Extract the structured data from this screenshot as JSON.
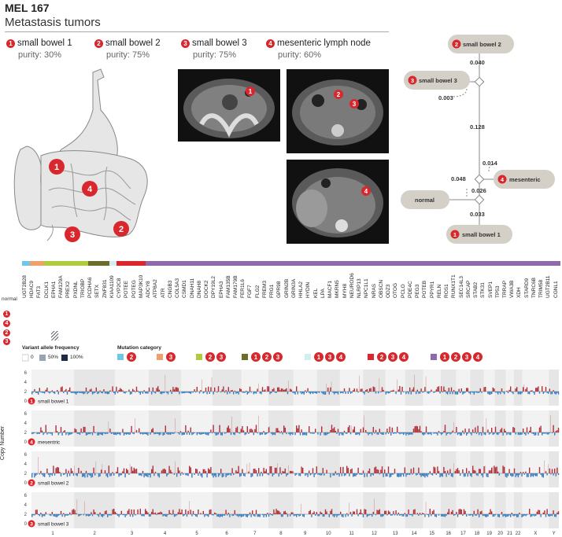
{
  "header": {
    "title": "MEL 167",
    "subtitle": "Metastasis tumors"
  },
  "samples": [
    {
      "num": "1",
      "name": "small bowel 1",
      "purity": "purity: 30%"
    },
    {
      "num": "2",
      "name": "small bowel 2",
      "purity": "purity: 75%"
    },
    {
      "num": "3",
      "name": "small bowel 3",
      "purity": "purity: 75%"
    },
    {
      "num": "4",
      "name": "mesenteric lymph node",
      "purity": "purity: 60%"
    }
  ],
  "tree": {
    "nodes": [
      {
        "num": "2",
        "label": "small bowel 2"
      },
      {
        "num": "3",
        "label": "small bowel 3"
      },
      {
        "num": "4",
        "label": "mesenteric"
      },
      {
        "num": "",
        "label": "normal"
      },
      {
        "num": "1",
        "label": "small bowel 1"
      }
    ],
    "branch_lengths": [
      "0.040",
      "0.003",
      "0.128",
      "0.014",
      "0.048",
      "0.026",
      "0.033"
    ]
  },
  "mutations": {
    "genes": [
      "UGT2B28",
      "HDAC9",
      "FAT3",
      "DCLK1",
      "EPHA1",
      "FAM129A",
      "PREX2",
      "PXDNL",
      "TRIOBP",
      "PCDHA6",
      "SETX",
      "ZNF831",
      "KIAA1109",
      "CYP2C8",
      "POTEE",
      "POTEG",
      "MAP3K10",
      "ADCY8",
      "ATP8A2",
      "ATR",
      "CNGB3",
      "COL5A3",
      "CSMD1",
      "DNAH11",
      "DNAH8",
      "DOCK2",
      "DPY19L2",
      "EPHA3",
      "FAM135B",
      "FAM179B",
      "FER1L6",
      "FGF7",
      "FLG2",
      "FREM3",
      "FRG1",
      "GPR98",
      "GRIN2B",
      "GRIN3A",
      "HHLA2",
      "HYDIN",
      "KEL",
      "LPA",
      "MACF1",
      "MKRN5",
      "MYH8",
      "NEUROD6",
      "NLRP13",
      "NPC1L1",
      "NRAS",
      "OBSCN",
      "ODZ3",
      "OTOG",
      "PCLO",
      "PDE4C",
      "PEG3",
      "POTEB",
      "PPYR1",
      "RELN",
      "ROS1",
      "RUNX1T1",
      "SEC14L3",
      "SRCAP",
      "STAB2",
      "STK31",
      "SVEP1",
      "TP53",
      "TRRAP",
      "VWA3B",
      "XDH",
      "STARD9",
      "TNRC6B",
      "TRIM58",
      "UGT2B11",
      "CGNL1"
    ],
    "category_colors": [
      "#6ec6e8",
      "#f0a06a",
      "#b0cc3a",
      "#6b6d2a",
      "#d3eef0",
      "#d8282e",
      "#8e6aac"
    ],
    "row_labels": [
      "normal",
      "1",
      "4",
      "2",
      "3"
    ],
    "legend": {
      "vaf_title": "Variant allele frequency",
      "vaf_items": [
        "0",
        "50%",
        "100%"
      ],
      "cat_title": "Mutation category",
      "categories": [
        [
          "2"
        ],
        [
          "3"
        ],
        [
          "2",
          "3"
        ],
        [
          "1",
          "2",
          "3"
        ],
        [
          "1",
          "3",
          "4"
        ],
        [
          "2",
          "3",
          "4"
        ],
        [
          "1",
          "2",
          "3",
          "4"
        ]
      ]
    }
  },
  "copy_number": {
    "ylabel": "Copy Number",
    "panels": [
      {
        "num": "1",
        "label": "small bowel 1"
      },
      {
        "num": "4",
        "label": "mesentric"
      },
      {
        "num": "2",
        "label": "small bowel 2"
      },
      {
        "num": "3",
        "label": "small bowel 3"
      }
    ],
    "yticks": [
      "6",
      "4",
      "2",
      "0"
    ],
    "chromosomes": [
      "1",
      "2",
      "3",
      "4",
      "5",
      "6",
      "7",
      "8",
      "9",
      "10",
      "11",
      "12",
      "13",
      "14",
      "15",
      "16",
      "17",
      "18",
      "19",
      "20",
      "21",
      "22",
      "X",
      "Y"
    ]
  }
}
